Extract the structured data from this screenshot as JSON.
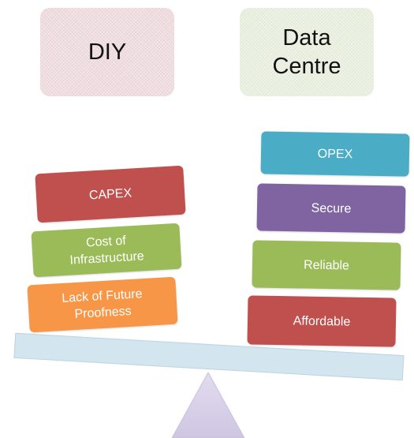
{
  "left": {
    "header": "DIY",
    "blocks": [
      {
        "label": "CAPEX",
        "color": "#c0504d"
      },
      {
        "label": "Cost  of\nInfrastructure",
        "color": "#9bbb59"
      },
      {
        "label": "Lack of  Future\nProofness",
        "color": "#f79646"
      }
    ]
  },
  "right": {
    "header": "Data\nCentre",
    "blocks": [
      {
        "label": "OPEX",
        "color": "#4bacc6"
      },
      {
        "label": "Secure",
        "color": "#8064a2"
      },
      {
        "label": "Reliable",
        "color": "#9bbb59"
      },
      {
        "label": "Affordable",
        "color": "#c0504d"
      }
    ]
  },
  "colors": {
    "header_left": "#ead4d7",
    "header_right": "#e3ebd8",
    "beam": "#d3e5ee",
    "fulcrum": "#d6cfe6"
  }
}
